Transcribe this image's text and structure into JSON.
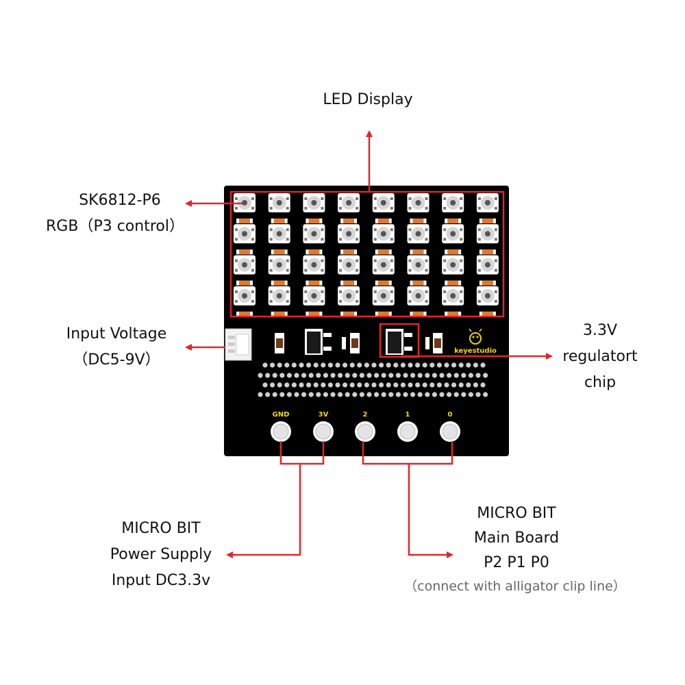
{
  "colors": {
    "board": "#000000",
    "annotation": "#e0262c",
    "pin_label": "#f5d800",
    "led_body": "#d6d6d6",
    "resistor": "#e07a30"
  },
  "labels": {
    "led_display": "LED Display",
    "sk6812_line1": "SK6812-P6",
    "sk6812_line2": "RGB（P3 control）",
    "input_voltage_line1": "Input  Voltage",
    "input_voltage_line2": "（DC5-9V）",
    "regulator_line1": "3.3V",
    "regulator_line2": "regulatort",
    "regulator_line3": "chip",
    "power_line1": "MICRO BIT",
    "power_line2": "Power Supply",
    "power_line3": "Input DC3.3v",
    "main_line1": "MICRO BIT",
    "main_line2": "Main Board",
    "main_line3": "P2 P1 P0",
    "main_note": "（connect with alligator clip line）"
  },
  "board": {
    "brand": "keyestudio",
    "led_rows": 4,
    "led_cols": 8,
    "pins": [
      {
        "label": "GND"
      },
      {
        "label": "3V"
      },
      {
        "label": "2"
      },
      {
        "label": "1"
      },
      {
        "label": "0"
      }
    ]
  }
}
